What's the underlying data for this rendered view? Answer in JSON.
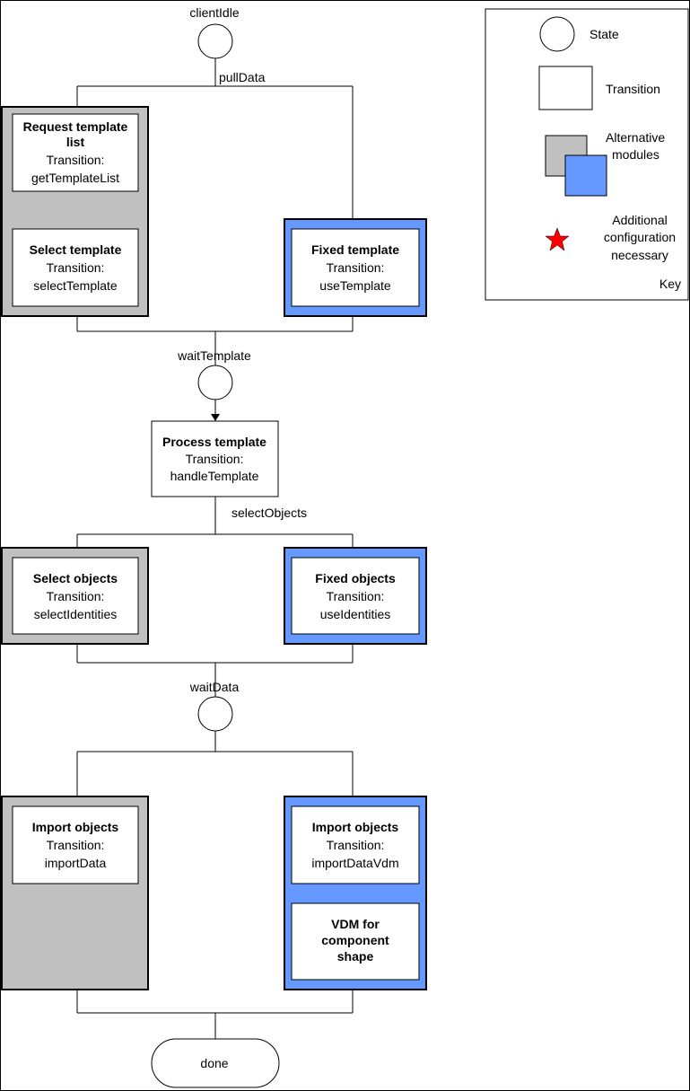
{
  "states": {
    "client_idle": "clientIdle",
    "wait_template": "waitTemplate",
    "wait_data": "waitData",
    "done": "done"
  },
  "transitions_labels": {
    "pull_data": "pullData",
    "select_objects": "selectObjects"
  },
  "boxes": {
    "request_template_list": {
      "title1": "Request template",
      "title2": "list",
      "sub1": "Transition:",
      "sub2": "getTemplateList"
    },
    "select_template": {
      "title": "Select template",
      "sub1": "Transition:",
      "sub2": "selectTemplate"
    },
    "fixed_template": {
      "title": "Fixed template",
      "sub1": "Transition:",
      "sub2": "useTemplate"
    },
    "process_template": {
      "title": "Process template",
      "sub1": "Transition:",
      "sub2": "handleTemplate"
    },
    "select_objects": {
      "title": "Select objects",
      "sub1": "Transition:",
      "sub2": "selectIdentities"
    },
    "fixed_objects": {
      "title": "Fixed objects",
      "sub1": "Transition:",
      "sub2": "useIdentities"
    },
    "import_objects": {
      "title": "Import objects",
      "sub1": "Transition:",
      "sub2": "importData"
    },
    "import_objects_vdm": {
      "title": "Import objects",
      "sub1": "Transition:",
      "sub2": "importDataVdm"
    },
    "vdm_component_shape": {
      "line1": "VDM for",
      "line2": "component",
      "line3": "shape"
    }
  },
  "key": {
    "state": "State",
    "transition": "Transition",
    "alternative1": "Alternative",
    "alternative2": "modules",
    "additional1": "Additional",
    "additional2": "configuration",
    "additional3": "necessary",
    "title": "Key"
  },
  "colors": {
    "gray_module": "#c0c0c0",
    "blue_module": "#6699ff",
    "star": "#ff0000"
  }
}
